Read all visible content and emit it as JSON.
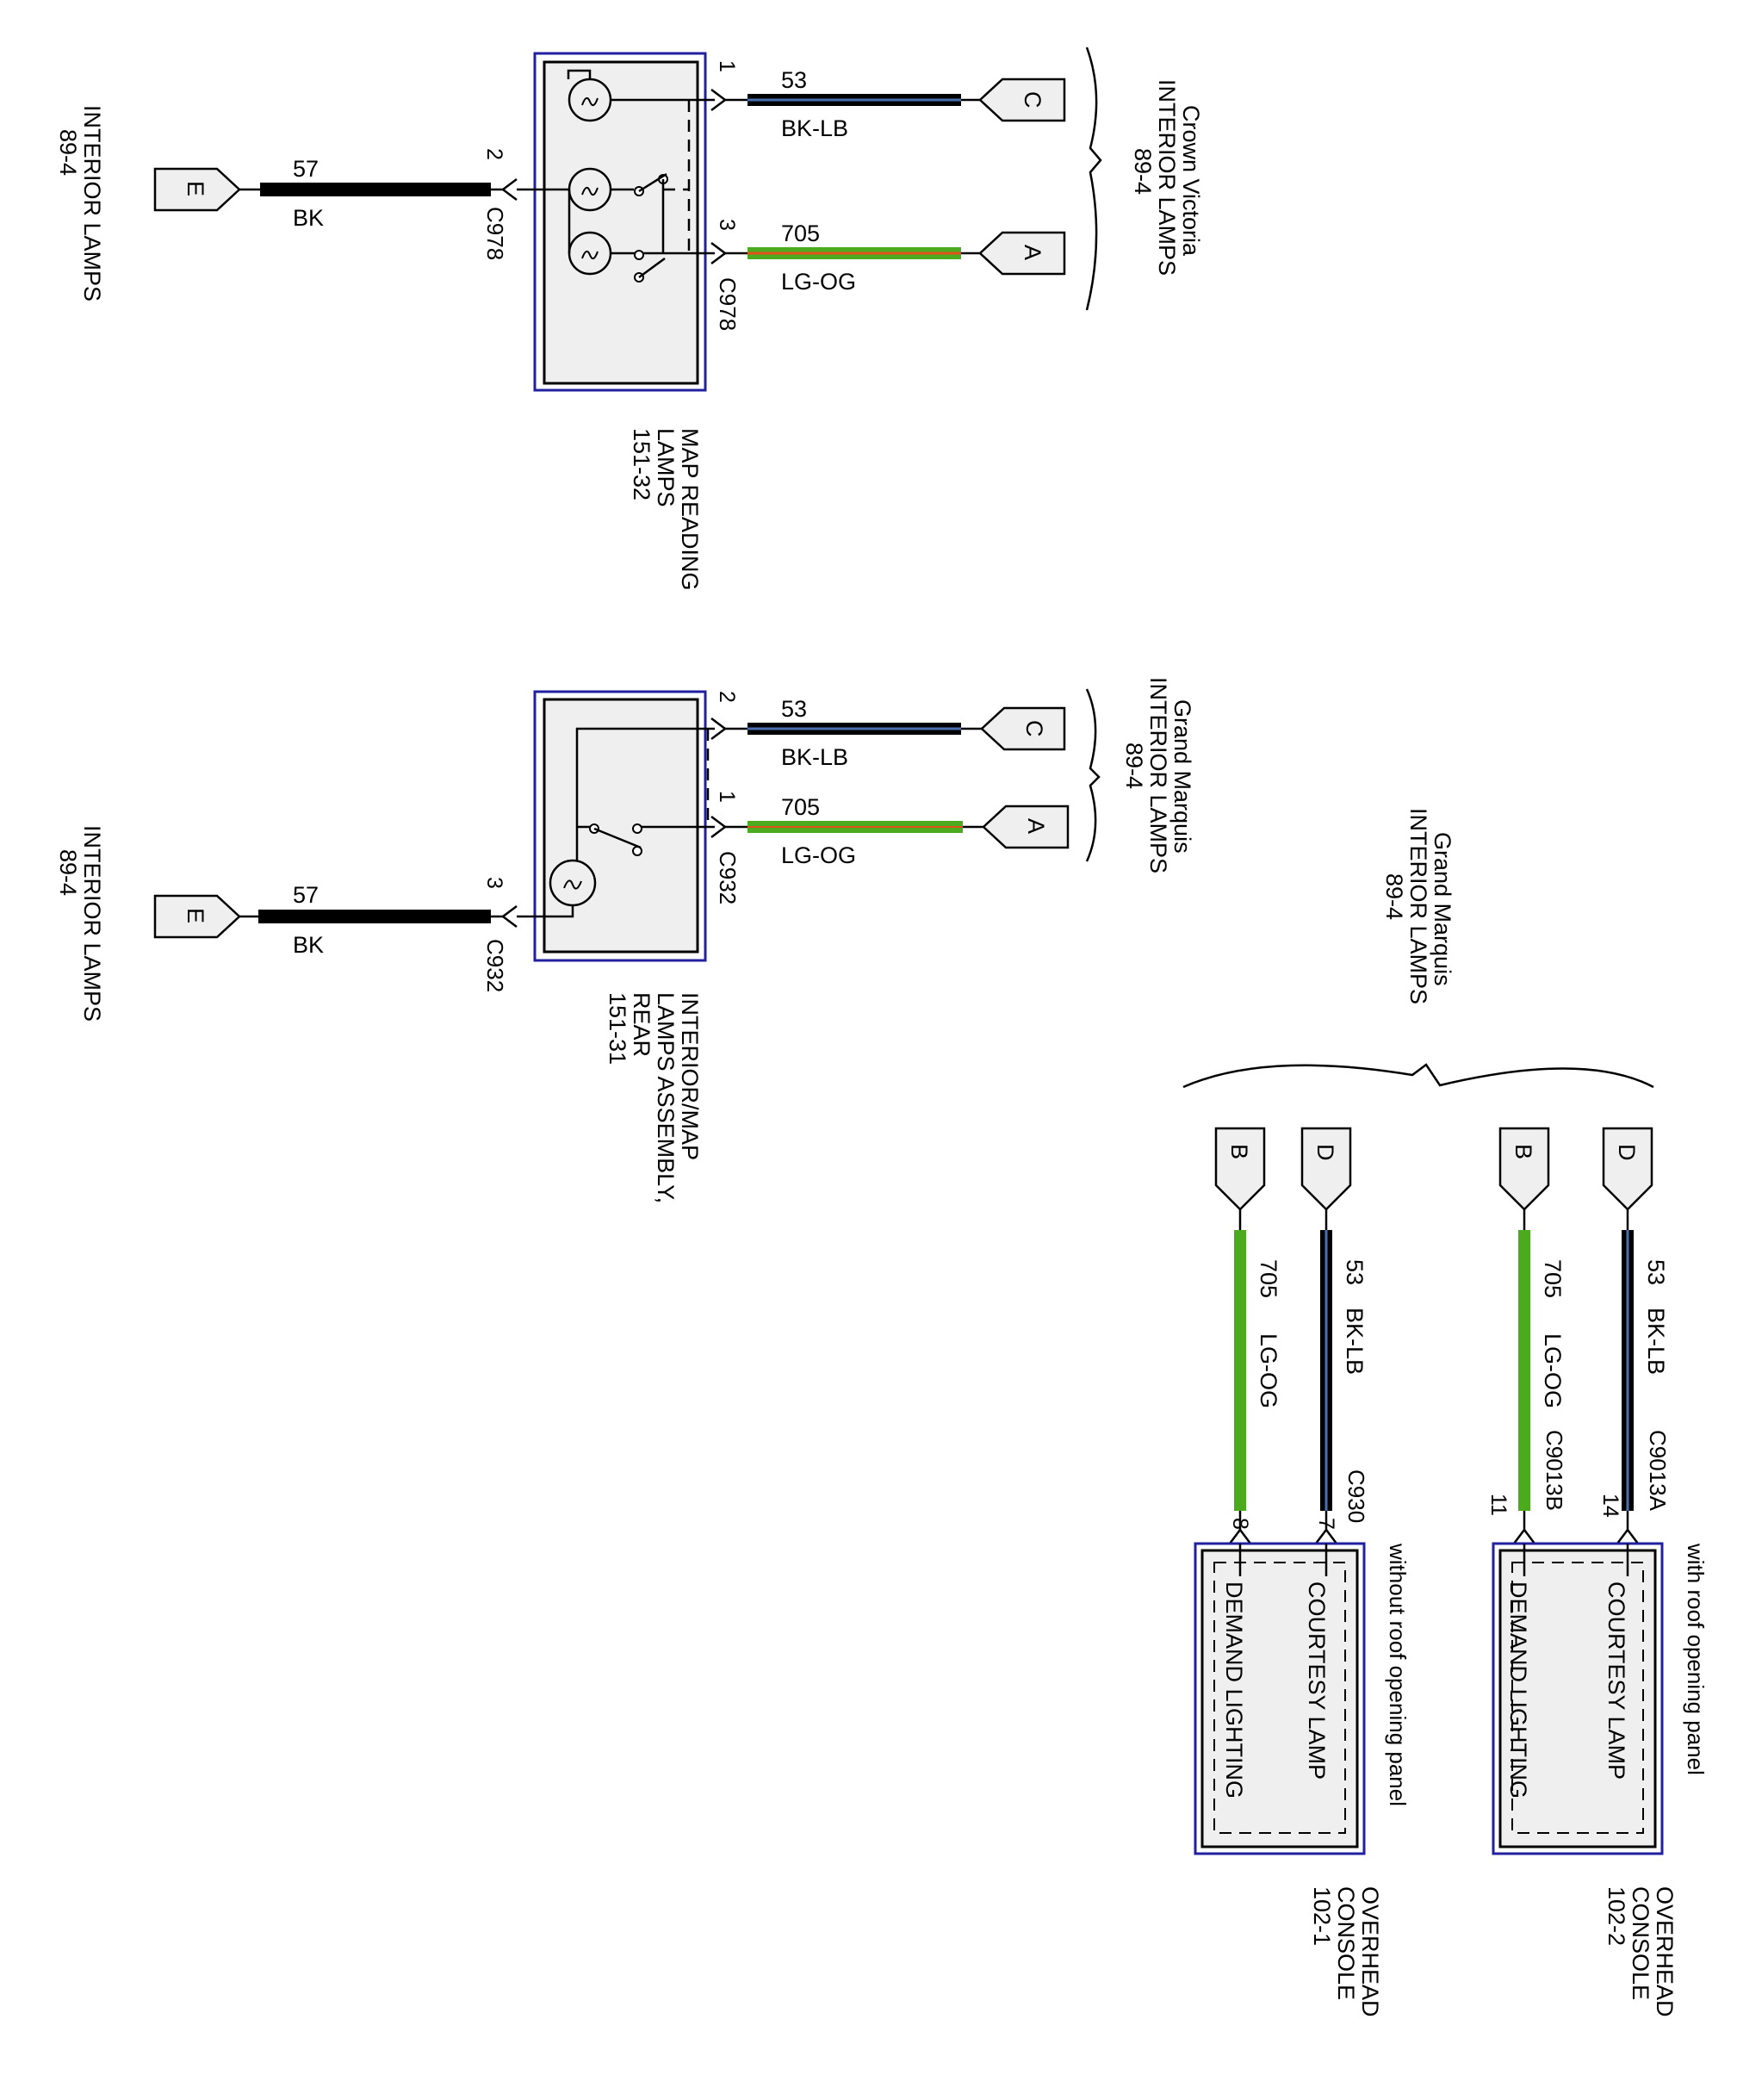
{
  "colors": {
    "frame": "#2020a0",
    "black_wire": "#000000",
    "green_wire": "#4caa1e",
    "orange_tracer": "#e0521a",
    "component_fill": "#efefef"
  },
  "map_reading": {
    "title_lines": [
      "MAP READING",
      "LAMPS",
      "151-32"
    ],
    "ref_title_lines": [
      "Crown Victoria",
      "INTERIOR LAMPS",
      "89-4"
    ],
    "left_ref_lines": [
      "INTERIOR LAMPS",
      "89-4"
    ],
    "wire_53": {
      "circuit": "53",
      "color_code": "BK-LB",
      "pin": "1",
      "connector_letter": "C"
    },
    "wire_705": {
      "circuit": "705",
      "color_code": "LG-OG",
      "pin": "3",
      "connector": "C978",
      "connector_letter": "A"
    },
    "wire_57": {
      "circuit": "57",
      "color_code": "BK",
      "pin": "2",
      "connector": "C978",
      "connector_letter": "E"
    }
  },
  "rear_assembly": {
    "title_lines": [
      "INTERIOR/MAP",
      "LAMPS ASSEMBLY,",
      "REAR",
      "151-31"
    ],
    "ref_title_lines": [
      "Grand Marquis",
      "INTERIOR LAMPS",
      "89-4"
    ],
    "left_ref_lines": [
      "INTERIOR LAMPS",
      "89-4"
    ],
    "wire_53": {
      "circuit": "53",
      "color_code": "BK-LB",
      "pin": "2",
      "connector_letter": "C"
    },
    "wire_705": {
      "circuit": "705",
      "color_code": "LG-OG",
      "pin": "1",
      "connector": "C932",
      "connector_letter": "A"
    },
    "wire_57": {
      "circuit": "57",
      "color_code": "BK",
      "pin": "3",
      "connector": "C932",
      "connector_letter": "E"
    }
  },
  "overhead": {
    "ref_title_lines": [
      "Grand Marquis",
      "INTERIOR LAMPS",
      "89-4"
    ],
    "console_1": {
      "title_lines": [
        "OVERHEAD",
        "CONSOLE",
        "102-1"
      ],
      "condition": "without roof opening panel",
      "courtesy": "COURTESY LAMP",
      "demand": "DEMAND LIGHTING",
      "connector": "C930",
      "wire_53": {
        "circuit": "53",
        "color_code": "BK-LB",
        "pin": "7",
        "connector_letter": "D"
      },
      "wire_705": {
        "circuit": "705",
        "color_code": "LG-OG",
        "pin": "8",
        "connector_letter": "B"
      }
    },
    "console_2": {
      "title_lines": [
        "OVERHEAD",
        "CONSOLE",
        "102-2"
      ],
      "condition": "with roof opening panel",
      "courtesy": "COURTESY LAMP",
      "demand": "DEMAND LIGHTING",
      "connector_53": "C9013A",
      "connector_705": "C9013B",
      "wire_53": {
        "circuit": "53",
        "color_code": "BK-LB",
        "pin": "14",
        "connector_letter": "D"
      },
      "wire_705": {
        "circuit": "705",
        "color_code": "LG-OG",
        "pin": "11",
        "connector_letter": "B"
      }
    }
  }
}
